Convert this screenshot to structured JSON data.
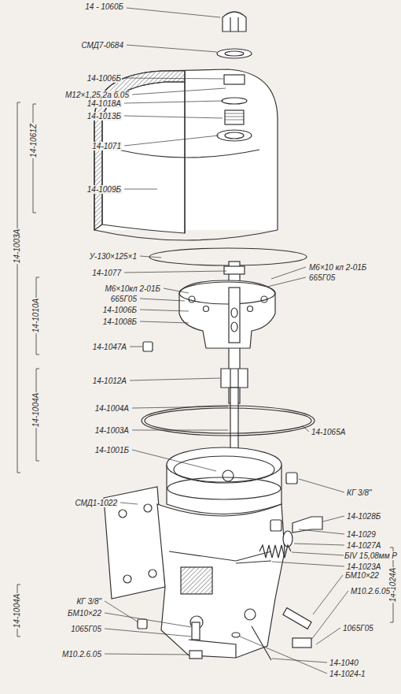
{
  "diagram": {
    "labels": [
      "14 - 1060Б",
      "СМД7-0684",
      "14-1006Б",
      "М12×1,25,2а б.05",
      "14-1018А",
      "14-1013Б",
      "14-1071",
      "14-1009Б",
      "14-1061Z",
      "14-1003А",
      "У-130×125×1",
      "М6×10 кл 2-01Б",
      "14-1077",
      "665Г05",
      "М6×10кл 2-01Б",
      "665Г05",
      "14-1006Б",
      "14-1008Б",
      "14-1010А",
      "14-1047А",
      "14-1012А",
      "14-1004А",
      "14-1004А",
      "14-1003А",
      "14-1065А",
      "14-1001Б",
      "СМД1-1022",
      "КГ 3/8\"",
      "14-1028Б",
      "14-1029",
      "14-1027А",
      "БIV 15,08мм Р",
      "14-1023А",
      "БМ10×22",
      "14-1024А",
      "М10.2.6.05",
      "1065Г05",
      "14-1040",
      "14-1024-1",
      "14-1004А",
      "КГ 3/8\"",
      "БМ10×22",
      "1065Г05",
      "М10.2.6.05"
    ]
  }
}
